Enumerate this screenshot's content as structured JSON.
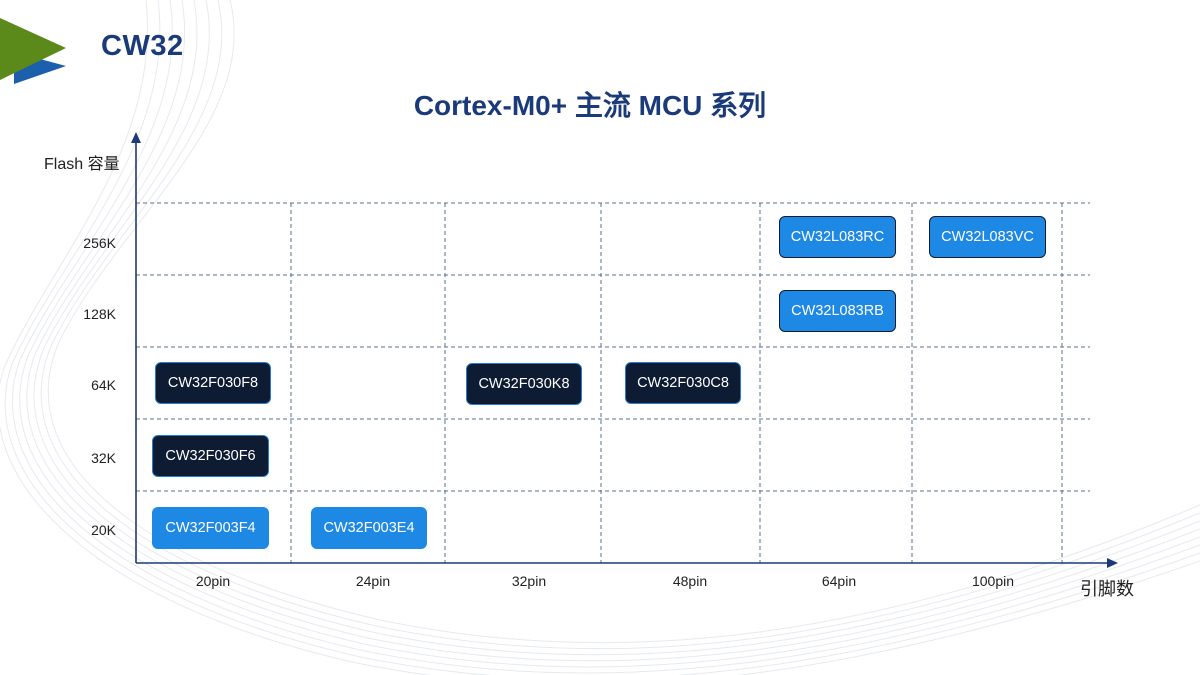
{
  "header": {
    "brand": "CW32",
    "title": "Cortex-M0+ 主流 MCU 系列"
  },
  "axes": {
    "y_label": "Flash 容量",
    "x_label": "引脚数",
    "y_ticks": [
      "256K",
      "128K",
      "64K",
      "32K",
      "20K"
    ],
    "x_ticks": [
      "20pin",
      "24pin",
      "32pin",
      "48pin",
      "64pin",
      "100pin"
    ]
  },
  "chips": [
    {
      "label": "CW32L083RC",
      "pins": "64pin",
      "flash": "256K",
      "style": "light-outlined"
    },
    {
      "label": "CW32L083VC",
      "pins": "100pin",
      "flash": "256K",
      "style": "light-outlined"
    },
    {
      "label": "CW32L083RB",
      "pins": "64pin",
      "flash": "128K",
      "style": "light-outlined"
    },
    {
      "label": "CW32F030F8",
      "pins": "20pin",
      "flash": "64K",
      "style": "dark"
    },
    {
      "label": "CW32F030K8",
      "pins": "32pin",
      "flash": "64K",
      "style": "dark"
    },
    {
      "label": "CW32F030C8",
      "pins": "48pin",
      "flash": "64K",
      "style": "dark"
    },
    {
      "label": "CW32F030F6",
      "pins": "20pin",
      "flash": "32K",
      "style": "dark"
    },
    {
      "label": "CW32F003F4",
      "pins": "20pin",
      "flash": "20K",
      "style": "light"
    },
    {
      "label": "CW32F003E4",
      "pins": "24pin",
      "flash": "20K",
      "style": "light"
    }
  ],
  "colors": {
    "brand_blue": "#1b3a7a",
    "chip_dark": "#0d1b33",
    "chip_light": "#1e88e5",
    "grid": "#5a6f8f",
    "logo_green": "#5b8a1a",
    "logo_blue": "#1b5fad"
  },
  "icons": {
    "logo": "triangle-logo-icon"
  }
}
